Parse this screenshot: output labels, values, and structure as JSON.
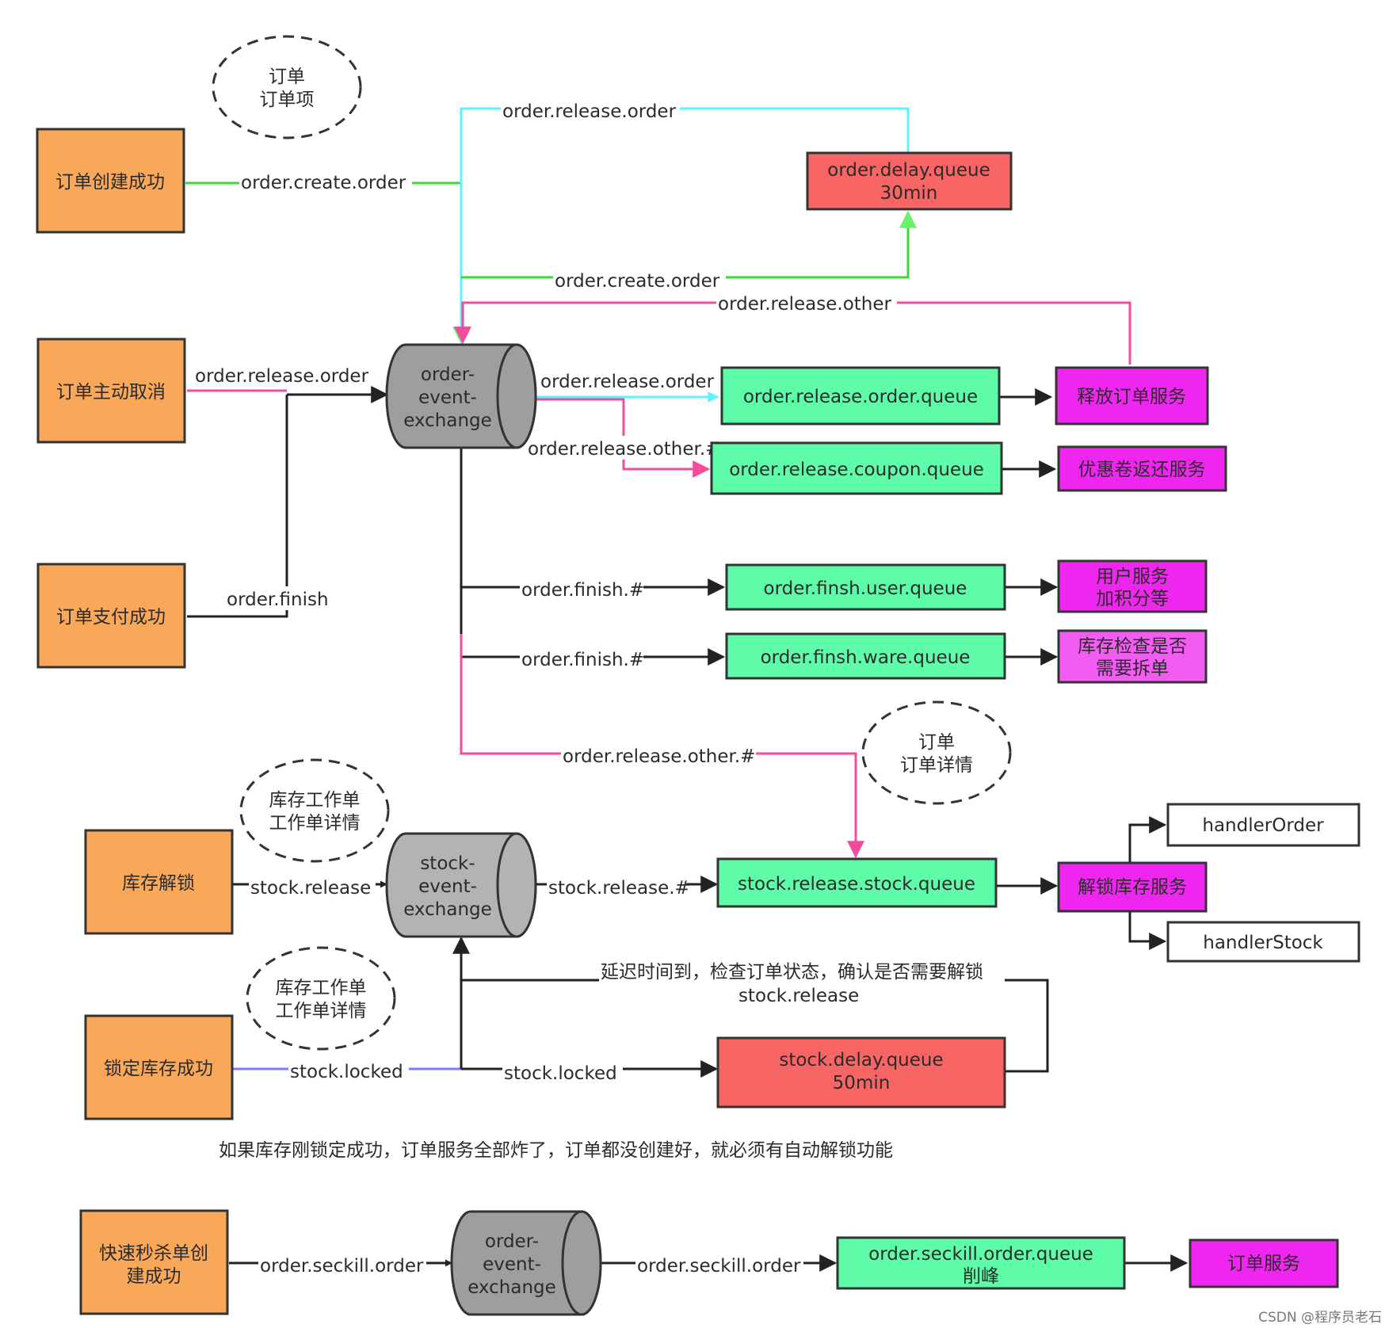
{
  "colors": {
    "producer": "#f9a85a",
    "queue": "#5efca8",
    "delay_queue": "#f76565",
    "service": "#ef26ef",
    "service_light": "#f35cf3",
    "exchange": "#9e9e9e",
    "green_line": "#3ad83a",
    "cyan_line": "#5ff2ff",
    "pink_line": "#f44c9c",
    "blue_line": "#7a7aff",
    "dark_line": "#222222"
  },
  "producers": {
    "order_created": "订单创建成功",
    "order_cancel": "订单主动取消",
    "order_paid": "订单支付成功",
    "stock_unlock": "库存解锁",
    "stock_locked": "锁定库存成功",
    "seckill_line1": "快速秒杀单创",
    "seckill_line2": "建成功"
  },
  "exchanges": {
    "order_line1": "order-",
    "order_line2": "event-",
    "order_line3": "exchange",
    "stock_line1": "stock-",
    "stock_line2": "event-",
    "stock_line3": "exchange"
  },
  "queues": {
    "order_delay_line1": "order.delay.queue",
    "order_delay_line2": "30min",
    "release_order": "order.release.order.queue",
    "release_coupon": "order.release.coupon.queue",
    "finish_user": "order.finsh.user.queue",
    "finish_ware": "order.finsh.ware.queue",
    "stock_release": "stock.release.stock.queue",
    "stock_delay_line1": "stock.delay.queue",
    "stock_delay_line2": "50min",
    "seckill_line1": "order.seckill.order.queue",
    "seckill_line2": "削峰"
  },
  "services": {
    "release_order": "释放订单服务",
    "coupon_return": "优惠卷返还服务",
    "user_line1": "用户服务",
    "user_line2": "加积分等",
    "ware_line1": "库存检查是否",
    "ware_line2": "需要拆单",
    "unlock_stock": "解锁库存服务",
    "order_service": "订单服务"
  },
  "handlers": {
    "order": "handlerOrder",
    "stock": "handlerStock"
  },
  "notes": {
    "order_note1_line1": "订单",
    "order_note1_line2": "订单项",
    "order_note2_line1": "订单",
    "order_note2_line2": "订单详情",
    "stock_note1_line1": "库存工作单",
    "stock_note1_line2": "工作单详情",
    "stock_note2_line1": "库存工作单",
    "stock_note2_line2": "工作单详情"
  },
  "edge_labels": {
    "create_order": "order.create.order",
    "release_order_top": "order.release.order",
    "create_order_delay": "order.create.order",
    "release_other_top": "order.release.other",
    "release_order_cancel": "order.release.order",
    "order_finish": "order.finish",
    "release_order_out": "order.release.order",
    "release_other_hash": "order.release.other.#",
    "finish_hash_1": "order.finish.#",
    "finish_hash_2": "order.finish.#",
    "release_other_hash_2": "order.release.other.#",
    "stock_release_in": "stock.release",
    "stock_release_hash": "stock.release.#",
    "delay_check": "延迟时间到，检查订单状态，确认是否需要解锁",
    "stock_release_back": "stock.release",
    "stock_locked_in": "stock.locked",
    "stock_locked_out": "stock.locked",
    "seckill_in": "order.seckill.order",
    "seckill_out": "order.seckill.order"
  },
  "caption": "如果库存刚锁定成功，订单服务全部炸了，订单都没创建好，就必须有自动解锁功能",
  "watermark": "CSDN @程序员老石"
}
